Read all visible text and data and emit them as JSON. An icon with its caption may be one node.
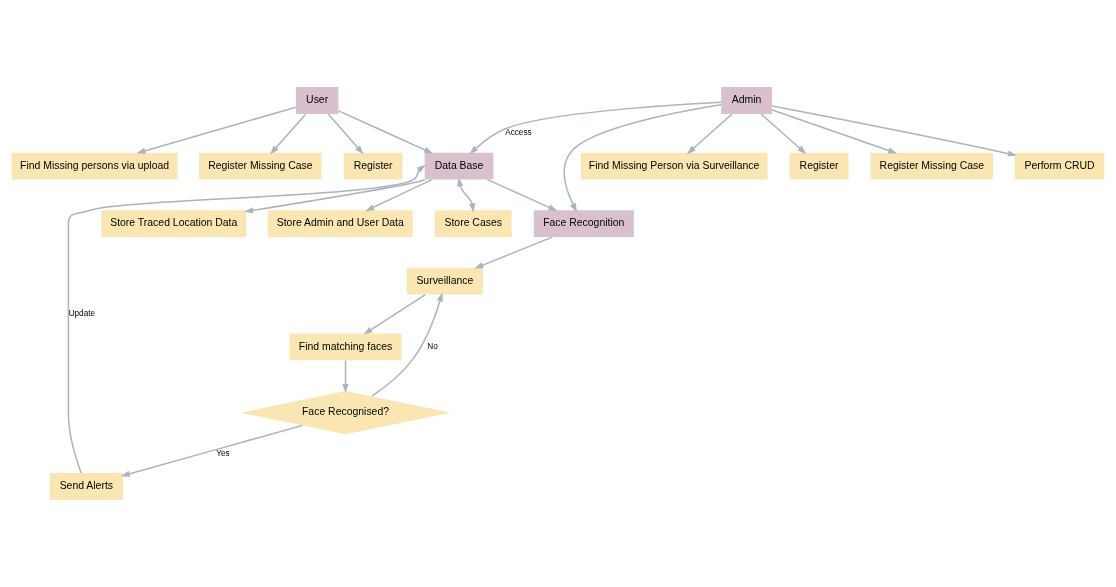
{
  "diagram": {
    "nodes": [
      {
        "text": [
          "Register Missing Case"
        ]
      },
      {
        "text": [
          "Register"
        ]
      },
      {
        "text": [
          "Register"
        ]
      },
      {
        "text": [
          "Register Missing Case"
        ]
      },
      {
        "text": [
          "Find Missing persons via upload"
        ]
      },
      {
        "text": [
          "User"
        ]
      },
      {
        "text": [
          "Admin"
        ]
      },
      {
        "text": [
          "Perform CRUD"
        ]
      },
      {
        "text": [
          "Store Admin and User Data"
        ]
      },
      {
        "text": [
          "Data Base"
        ]
      },
      {
        "text": [
          "Face Recognition"
        ]
      },
      {
        "text": [
          "Find Missing Person via Surveillance"
        ]
      },
      {
        "text": [
          "Store Traced Location Data"
        ]
      },
      {
        "text": [
          "Store Cases"
        ]
      },
      {
        "text": [
          "Surveillance"
        ]
      },
      {
        "text": [
          "Find matching faces"
        ]
      },
      {
        "text": [
          "Send Alerts"
        ]
      },
      {
        "text": [
          "Face Recognised?"
        ]
      }
    ],
    "edges": [
      {
        "from": 5,
        "to": 0,
        "arrow": "to"
      },
      {
        "from": 5,
        "to": 1,
        "arrow": "to"
      },
      {
        "from": 5,
        "to": 4,
        "arrow": "to"
      },
      {
        "from": 5,
        "to": 9,
        "arrow": "to"
      },
      {
        "from": 6,
        "to": 9,
        "arrow": "to",
        "label": "Access"
      },
      {
        "from": 6,
        "to": 2,
        "arrow": "to"
      },
      {
        "from": 6,
        "to": 3,
        "arrow": "to"
      },
      {
        "from": 6,
        "to": 7,
        "arrow": "to"
      },
      {
        "from": 6,
        "to": 11,
        "arrow": "to"
      },
      {
        "from": 6,
        "to": 10,
        "arrow": "to"
      },
      {
        "from": 9,
        "to": 8,
        "arrow": "to"
      },
      {
        "from": 9,
        "to": 10,
        "arrow": "to"
      },
      {
        "from": 9,
        "to": 12,
        "arrow": "to"
      },
      {
        "from": 9,
        "to": 13,
        "arrow": "both"
      },
      {
        "from": 10,
        "to": 14,
        "arrow": "to"
      },
      {
        "from": 14,
        "to": 15,
        "arrow": "to"
      },
      {
        "from": 15,
        "to": 17,
        "arrow": "to"
      },
      {
        "from": 17,
        "to": 14,
        "arrow": "to",
        "label": "No"
      },
      {
        "from": 17,
        "to": 16,
        "arrow": "to",
        "label": "Yes"
      },
      {
        "from": 16,
        "to": 9,
        "arrow": "to",
        "label": "Update"
      }
    ]
  }
}
